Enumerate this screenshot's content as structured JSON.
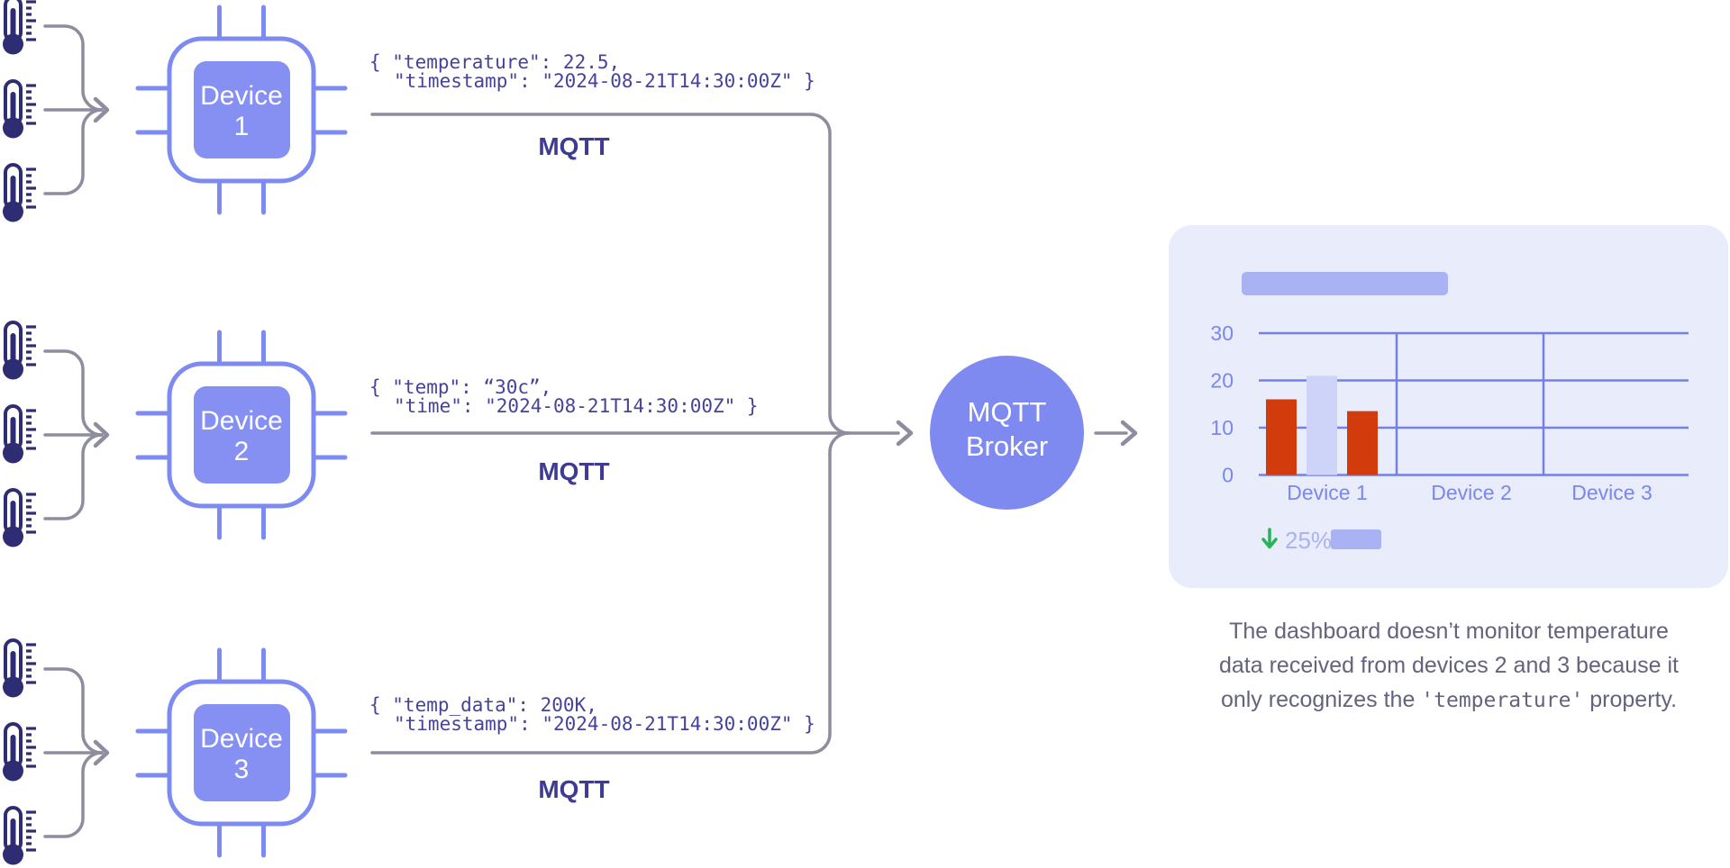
{
  "devices": [
    {
      "name": "Device 1",
      "label_top": "Device",
      "label_num": "1",
      "payload_line1": "{ \"temperature\": 22.5,",
      "payload_line2": "\"timestamp\": \"2024-08-21T14:30:00Z\" }",
      "protocol": "MQTT"
    },
    {
      "name": "Device 2",
      "label_top": "Device",
      "label_num": "2",
      "payload_line1": "{ \"temp\": “30c”,",
      "payload_line2": "\"time\": \"2024-08-21T14:30:00Z\" }",
      "protocol": "MQTT"
    },
    {
      "name": "Device 3",
      "label_top": "Device",
      "label_num": "3",
      "payload_line1": "{ \"temp_data\": 200K,",
      "payload_line2": "\"timestamp\": \"2024-08-21T14:30:00Z\" }",
      "protocol": "MQTT"
    }
  ],
  "broker": {
    "line1": "MQTT",
    "line2": "Broker"
  },
  "chart_data": {
    "type": "bar",
    "title": "",
    "categories": [
      "Device 1",
      "Device 2",
      "Device 3"
    ],
    "yticks": [
      "30",
      "20",
      "10",
      "0"
    ],
    "ylim": [
      0,
      30
    ],
    "grid": true,
    "series": [
      {
        "name": "device-1-bar-1",
        "color": "#d23c0d",
        "values": [
          16,
          null,
          null
        ]
      },
      {
        "name": "device-1-bar-2",
        "color": "#cdd4f8",
        "values": [
          21,
          null,
          null
        ]
      },
      {
        "name": "device-1-bar-3",
        "color": "#d23c0d",
        "values": [
          13.5,
          null,
          null
        ]
      }
    ],
    "footer": {
      "trend": "down",
      "change": "25%"
    }
  },
  "caption": {
    "line1": "The dashboard doesn’t monitor temperature",
    "line2": "data received from devices 2 and 3 because it",
    "line3_pre": "only recognizes the ",
    "line3_code": "'temperature'",
    "line3_post": " property."
  },
  "colors": {
    "chip_outline": "#7d8af1",
    "chip_fill": "#8590f2",
    "thermometer": "#2e2c72",
    "connector_gray": "#8d8d9f",
    "payload_text": "#45439b",
    "mqtt_label": "#3d3b92",
    "broker_fill": "#7f8af0",
    "card_bg": "#e9ecfb",
    "grid_line": "#7480e9",
    "axis_text": "#7b87ec",
    "bar_red": "#d23c0d",
    "bar_light": "#cdd4f8",
    "placeholder": "#a9b3f3",
    "trend_green": "#25b457",
    "caption_text": "#63637d"
  }
}
